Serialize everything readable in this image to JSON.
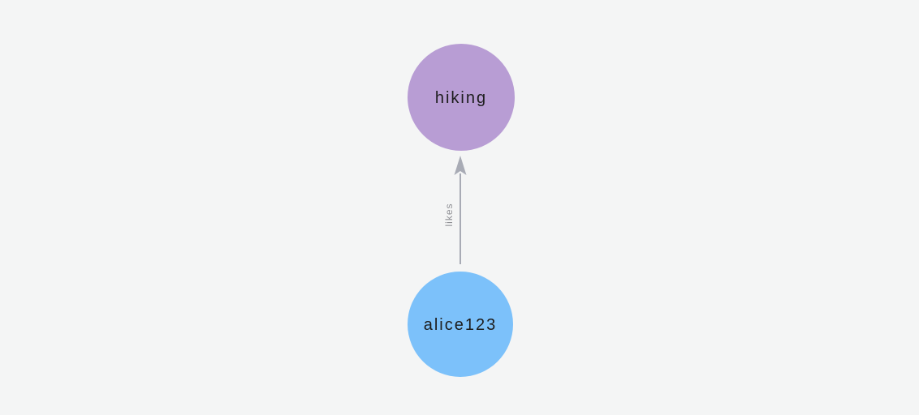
{
  "canvas": {
    "background": "#f4f5f5"
  },
  "graph": {
    "nodes": [
      {
        "id": "hiking",
        "label": "hiking",
        "fill": "#b89dd4",
        "label_color": "#1d1d1d"
      },
      {
        "id": "alice123",
        "label": "alice123",
        "fill": "#7cc1fa",
        "label_color": "#1d1d1d"
      }
    ],
    "edges": [
      {
        "from": "alice123",
        "to": "hiking",
        "label": "likes",
        "direction": "up",
        "stroke": "#a8abb5",
        "label_color": "#8f9095"
      }
    ]
  }
}
